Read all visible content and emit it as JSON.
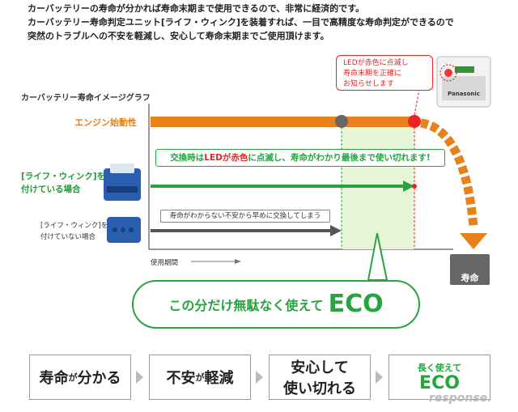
{
  "intro": {
    "line1": "カーバッテリーの寿命が分かれば寿命末期まで使用できるので、非常に経済的です。",
    "line2": "カーバッテリー寿命判定ユニット[ライフ・ウィンク]を装着すれば、一目で高精度な寿命判定ができるので",
    "line3": "突然のトラブルへの不安を軽減し、安心して寿命末期までご使用頂けます。"
  },
  "callout": {
    "line1": "LEDが赤色に点滅し",
    "line2": "寿命末期を正確に",
    "line3": "お知らせします"
  },
  "battery_brand": "Panasonic",
  "chart_data": {
    "type": "line",
    "title": "カーバッテリー寿命イメージグラフ",
    "xlabel": "使用期間",
    "ylabel": "",
    "series": [
      {
        "name": "エンジン始動性",
        "color": "#e8801c"
      },
      {
        "name": "[ライフ・ウィンク]を付けている場合",
        "color": "#27a33f"
      },
      {
        "name": "[ライフ・ウィンク]を付けていない場合",
        "color": "#555555"
      }
    ],
    "annotations": {
      "with": {
        "text_pre": "交換時は",
        "text_led": "LEDが赤色",
        "text_post": "に点滅し、寿命がわかり最後まで使い切れます!"
      },
      "without": "寿命がわからない不安から早めに交換してしまう",
      "eco_pre": "この分だけ無駄なく使えて",
      "eco_big": "ECO",
      "end": "寿命"
    }
  },
  "label_with": {
    "line1": "[ライフ・ウィンク]を",
    "line2": "付けている場合"
  },
  "label_without": {
    "line1": "[ライフ・ウィンク]を",
    "line2": "付けていない場合"
  },
  "steps": [
    {
      "main1": "寿命",
      "small1": "が",
      "main2": "分かる"
    },
    {
      "main1": "不安",
      "small1": "が",
      "main2": "軽減"
    },
    {
      "line1": "安心して",
      "line2": "使い切れる"
    },
    {
      "line1": "長く使えて",
      "line2": "ECO"
    }
  ],
  "watermark": "response."
}
